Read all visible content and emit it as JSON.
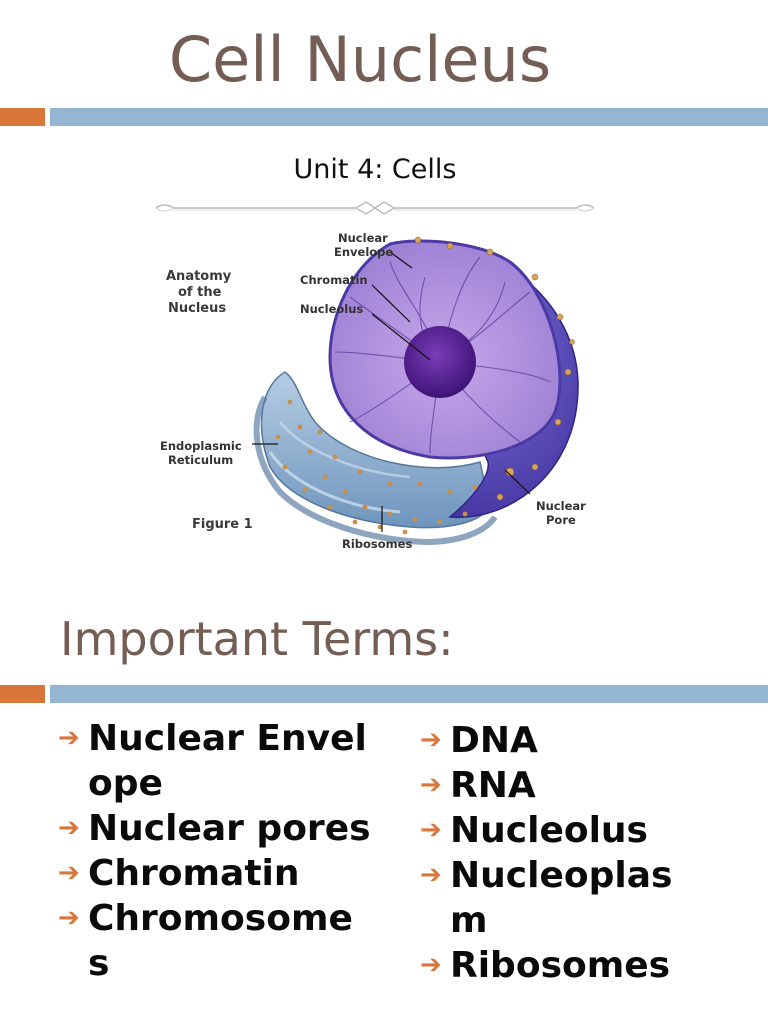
{
  "slide": {
    "title": "Cell Nucleus",
    "subtitle": "Unit 4: Cells"
  },
  "figure": {
    "heading_lines": [
      "Anatomy",
      "of the",
      "Nucleus"
    ],
    "caption": "Figure 1",
    "labels": {
      "nuclear_envelope": [
        "Nuclear",
        "Envelope"
      ],
      "chromatin": "Chromatin",
      "nucleolus": "Nucleolus",
      "endoplasmic_reticulum": [
        "Endoplasmic",
        "Reticulum"
      ],
      "nuclear_pore": [
        "Nuclear",
        "Pore"
      ],
      "ribosomes": "Ribosomes"
    }
  },
  "section": {
    "title": "Important Terms:"
  },
  "terms": {
    "bullet_icon": "arrow-right-icon",
    "left": [
      "Nuclear Envelope",
      "Nuclear pores",
      "Chromatin",
      "Chromosomes"
    ],
    "right": [
      "DNA",
      "RNA",
      "Nucleolus",
      "Nucleoplasm",
      "Ribosomes"
    ]
  },
  "colors": {
    "title": "#735d55",
    "accent_orange": "#d9773b",
    "accent_blue": "#94b6d2"
  }
}
